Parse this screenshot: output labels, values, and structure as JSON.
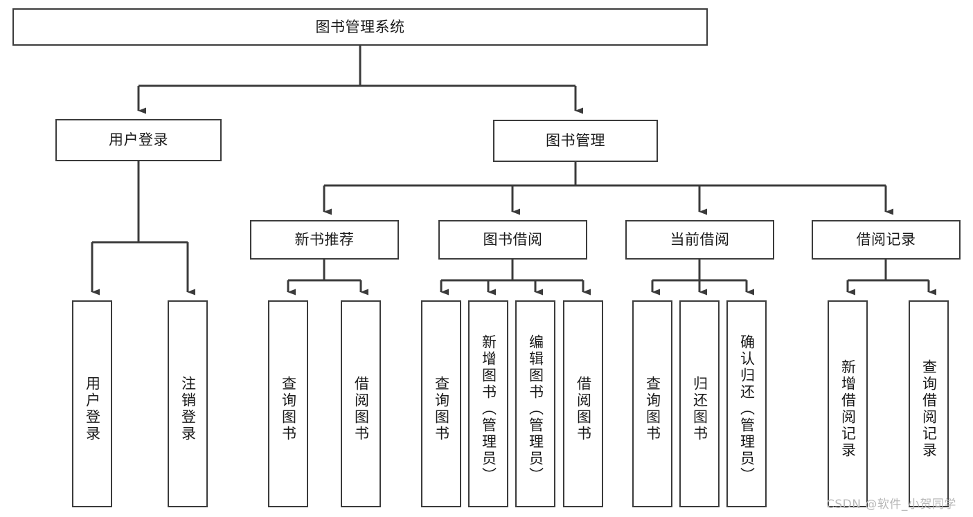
{
  "diagram": {
    "title": "图书管理系统",
    "type": "tree",
    "watermark": "CSDN @软件_小贺同学",
    "colors": {
      "stroke": "#3b3b3b",
      "fill": "#ffffff",
      "text": "#1a1a1a",
      "watermark": "#b8b8b8"
    },
    "root": {
      "label": "图书管理系统"
    },
    "level2": [
      {
        "label": "用户登录"
      },
      {
        "label": "图书管理"
      }
    ],
    "level3": [
      {
        "label": "新书推荐"
      },
      {
        "label": "图书借阅"
      },
      {
        "label": "当前借阅"
      },
      {
        "label": "借阅记录"
      }
    ],
    "leaves": {
      "user_login": [
        {
          "label": "用户登录"
        },
        {
          "label": "注销登录"
        }
      ],
      "new_book_recommend": [
        {
          "label": "查询图书"
        },
        {
          "label": "借阅图书"
        }
      ],
      "book_borrow": [
        {
          "label": "查询图书"
        },
        {
          "label": "新增图书（管理员）"
        },
        {
          "label": "编辑图书（管理员）"
        },
        {
          "label": "借阅图书"
        }
      ],
      "current_borrow": [
        {
          "label": "查询图书"
        },
        {
          "label": "归还图书"
        },
        {
          "label": "确认归还（管理员）"
        }
      ],
      "borrow_record": [
        {
          "label": "新增借阅记录"
        },
        {
          "label": "查询借阅记录"
        }
      ]
    }
  },
  "chart_data": {
    "type": "tree",
    "title": "图书管理系统",
    "nodes": [
      {
        "id": "root",
        "label": "图书管理系统",
        "level": 1,
        "parent": null
      },
      {
        "id": "user_login",
        "label": "用户登录",
        "level": 2,
        "parent": "root"
      },
      {
        "id": "book_mgmt",
        "label": "图书管理",
        "level": 2,
        "parent": "root"
      },
      {
        "id": "new_book",
        "label": "新书推荐",
        "level": 3,
        "parent": "book_mgmt"
      },
      {
        "id": "book_borrow",
        "label": "图书借阅",
        "level": 3,
        "parent": "book_mgmt"
      },
      {
        "id": "cur_borrow",
        "label": "当前借阅",
        "level": 3,
        "parent": "book_mgmt"
      },
      {
        "id": "borrow_rec",
        "label": "借阅记录",
        "level": 3,
        "parent": "book_mgmt"
      },
      {
        "id": "l1",
        "label": "用户登录",
        "level": 3,
        "parent": "user_login"
      },
      {
        "id": "l2",
        "label": "注销登录",
        "level": 3,
        "parent": "user_login"
      },
      {
        "id": "l3",
        "label": "查询图书",
        "level": 4,
        "parent": "new_book"
      },
      {
        "id": "l4",
        "label": "借阅图书",
        "level": 4,
        "parent": "new_book"
      },
      {
        "id": "l5",
        "label": "查询图书",
        "level": 4,
        "parent": "book_borrow"
      },
      {
        "id": "l6",
        "label": "新增图书（管理员）",
        "level": 4,
        "parent": "book_borrow"
      },
      {
        "id": "l7",
        "label": "编辑图书（管理员）",
        "level": 4,
        "parent": "book_borrow"
      },
      {
        "id": "l8",
        "label": "借阅图书",
        "level": 4,
        "parent": "book_borrow"
      },
      {
        "id": "l9",
        "label": "查询图书",
        "level": 4,
        "parent": "cur_borrow"
      },
      {
        "id": "l10",
        "label": "归还图书",
        "level": 4,
        "parent": "cur_borrow"
      },
      {
        "id": "l11",
        "label": "确认归还（管理员）",
        "level": 4,
        "parent": "cur_borrow"
      },
      {
        "id": "l12",
        "label": "新增借阅记录",
        "level": 4,
        "parent": "borrow_rec"
      },
      {
        "id": "l13",
        "label": "查询借阅记录",
        "level": 4,
        "parent": "borrow_rec"
      }
    ]
  }
}
